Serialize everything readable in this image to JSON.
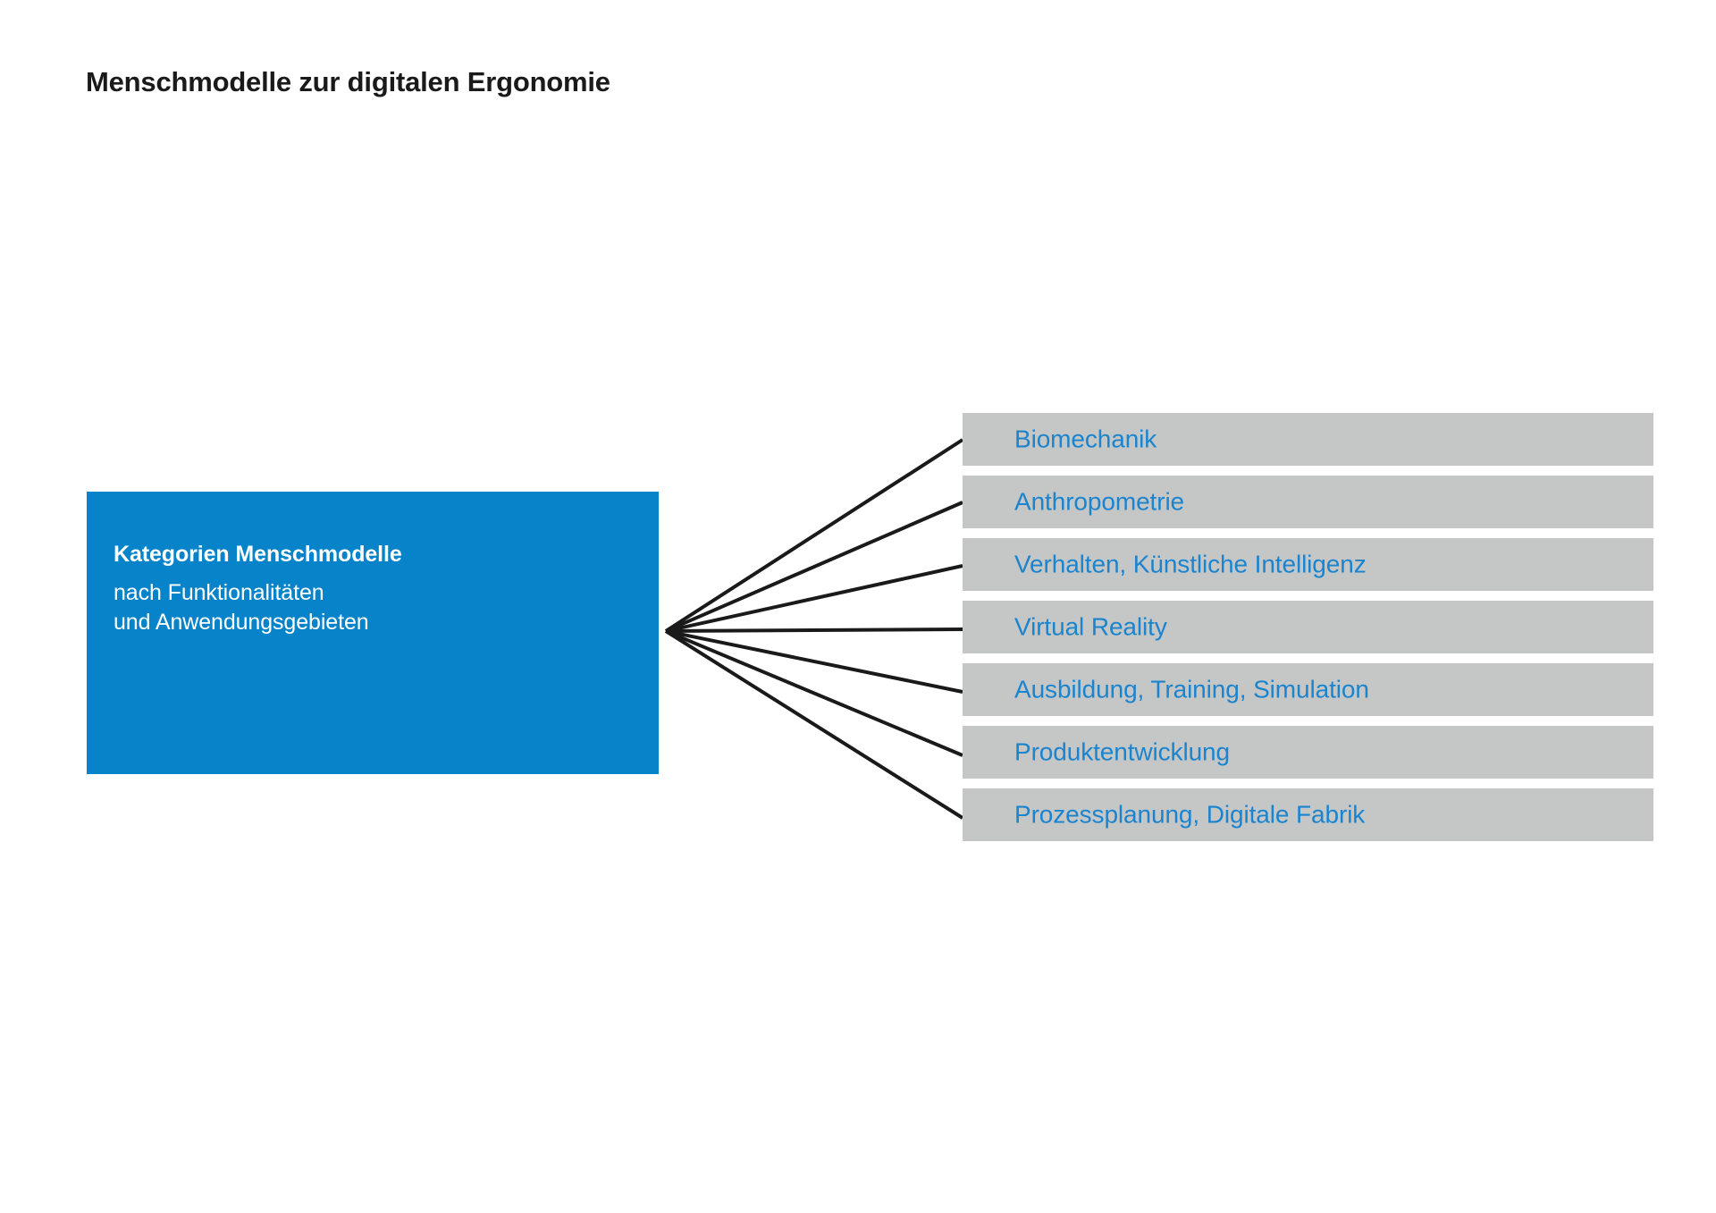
{
  "page": {
    "title": "Menschmodelle zur digitalen Ergonomie",
    "background_color": "#FFFFFF"
  },
  "colors": {
    "brand_blue": "#0683C9",
    "label_blue": "#1B84CE",
    "bar_grey": "#C5C6C6",
    "title_black": "#1A1A1A",
    "connector_black": "#1A1A1A"
  },
  "diagram": {
    "type": "fan-out-hierarchy",
    "root": {
      "title": "Kategorien Menschmodelle",
      "subtitle_line_1": "nach Funktionalitäten",
      "subtitle_line_2": "und Anwendungsgebieten"
    },
    "branches": [
      {
        "label": "Biomechanik"
      },
      {
        "label": "Anthropometrie"
      },
      {
        "label": "Verhalten,  Künstliche Intelligenz"
      },
      {
        "label": "Virtual Reality"
      },
      {
        "label": "Ausbildung, Training, Simulation"
      },
      {
        "label": "Produktentwicklung"
      },
      {
        "label": "Prozessplanung, Digitale Fabrik"
      }
    ]
  }
}
